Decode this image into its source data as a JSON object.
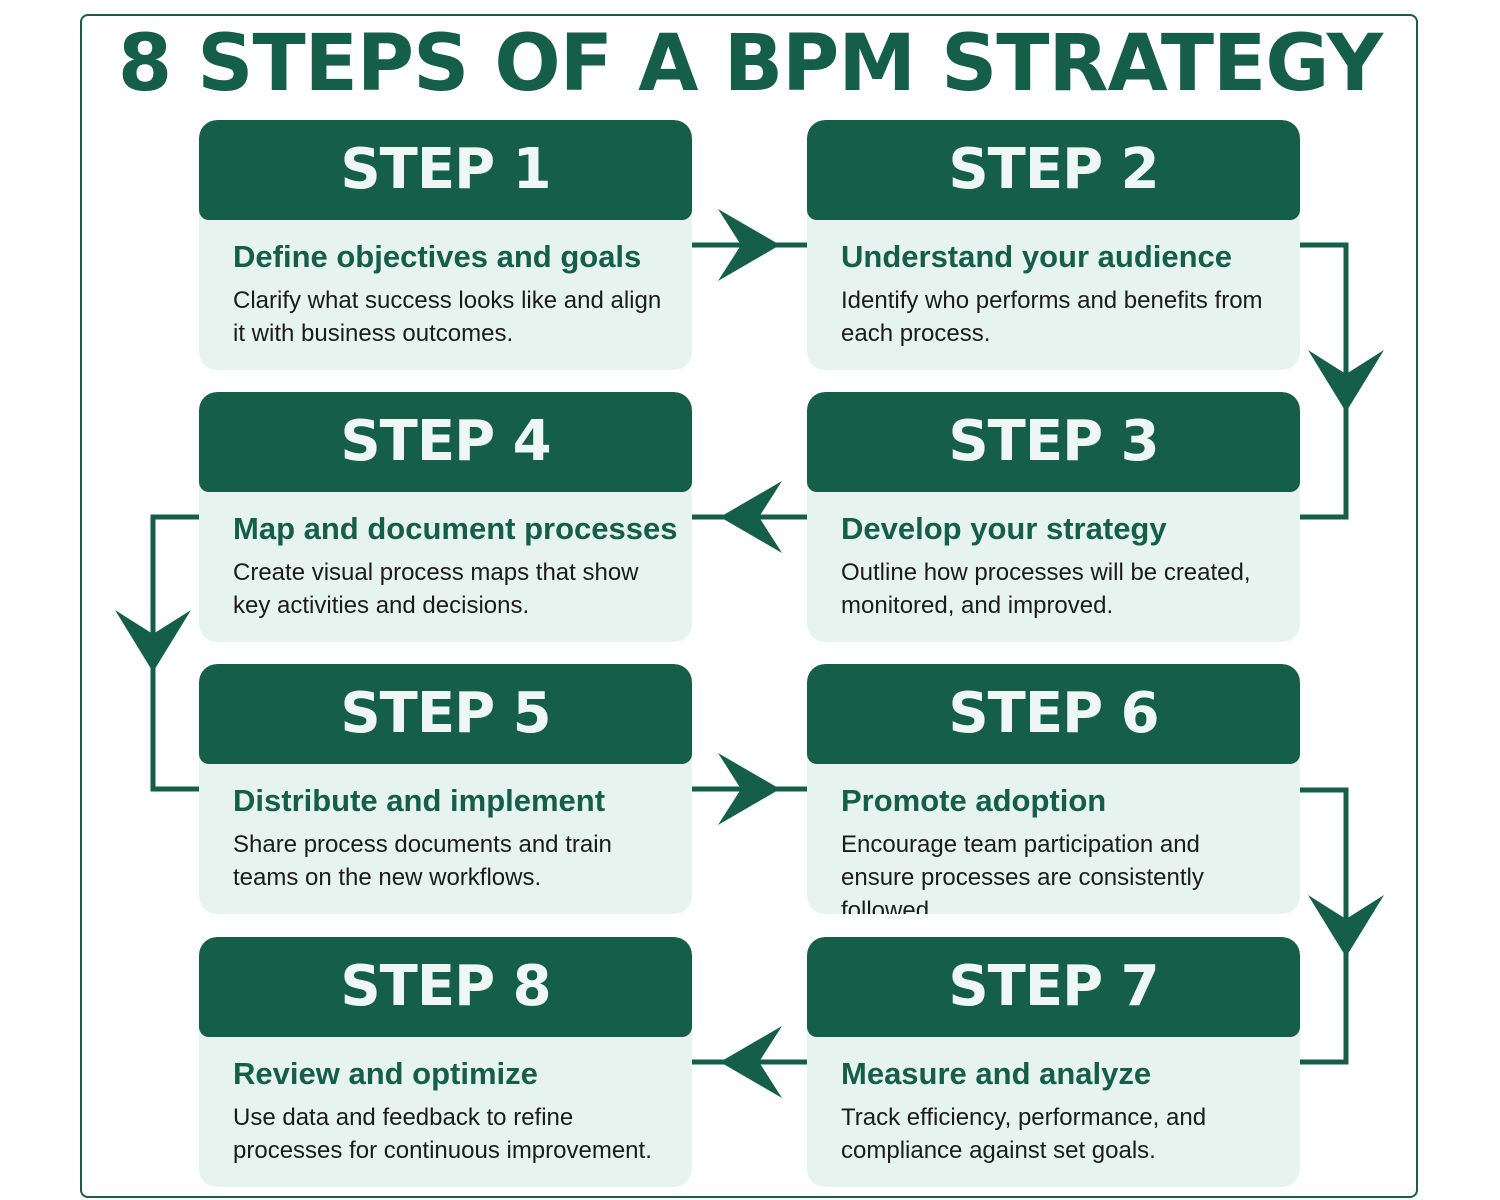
{
  "title": "8 STEPS OF A BPM STRATEGY",
  "accent_color": "#155e48",
  "card_body_color": "#e6f3ee",
  "steps": [
    {
      "label": "STEP 1",
      "title": "Define objectives and goals",
      "description": "Clarify what success looks like and align it with business outcomes."
    },
    {
      "label": "STEP 2",
      "title": "Understand your audience",
      "description": "Identify who performs and benefits from each process."
    },
    {
      "label": "STEP 3",
      "title": "Develop your strategy",
      "description": "Outline how processes will be created, monitored, and improved."
    },
    {
      "label": "STEP 4",
      "title": "Map and document processes",
      "description": "Create visual process maps that show key activities and decisions."
    },
    {
      "label": "STEP 5",
      "title": "Distribute and implement",
      "description": "Share process documents and train teams on the new workflows."
    },
    {
      "label": "STEP 6",
      "title": "Promote adoption",
      "description": "Encourage team participation and ensure processes are consistently followed."
    },
    {
      "label": "STEP 7",
      "title": "Measure and analyze",
      "description": "Track efficiency, performance, and compliance against set goals."
    },
    {
      "label": "STEP 8",
      "title": "Review and optimize",
      "description": "Use data and feedback to refine processes for continuous improvement."
    }
  ]
}
